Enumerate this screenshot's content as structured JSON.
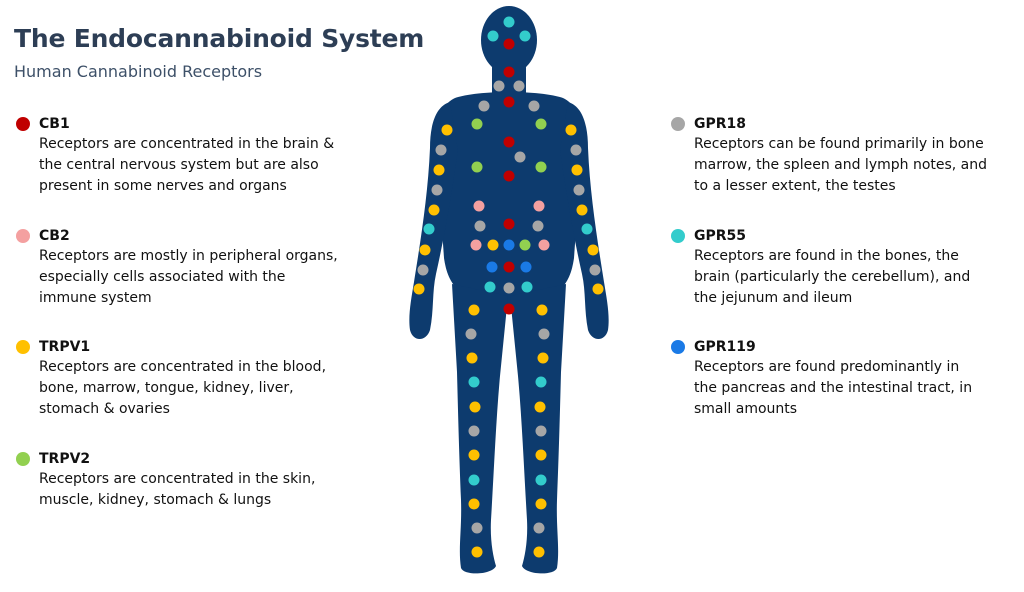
{
  "header": {
    "title": "The Endocannabinoid System",
    "subtitle": "Human Cannabinoid Receptors"
  },
  "colors": {
    "body": "#0d3b6e",
    "title": "#2d3e55",
    "CB1": "#c00000",
    "CB2": "#f4a0a0",
    "TRPV1": "#ffc000",
    "TRPV2": "#92d050",
    "GPR18": "#a6a6a6",
    "GPR55": "#33cccc",
    "GPR119": "#1a7ae6"
  },
  "receptors": [
    {
      "id": "CB1",
      "name": "CB1",
      "color": "#c00000",
      "description": "Receptors are concentrated in the brain &\nthe central nervous system but are also\npresent in some nerves and organs"
    },
    {
      "id": "CB2",
      "name": "CB2",
      "color": "#f4a0a0",
      "description": "Receptors are mostly in peripheral organs,\nespecially cells associated with the\nimmune system"
    },
    {
      "id": "TRPV1",
      "name": "TRPV1",
      "color": "#ffc000",
      "description": "Receptors are concentrated in the blood,\nbone, marrow, tongue, kidney, liver,\nstomach & ovaries"
    },
    {
      "id": "TRPV2",
      "name": "TRPV2",
      "color": "#92d050",
      "description": "Receptors are concentrated in the skin,\nmuscle, kidney, stomach & lungs"
    },
    {
      "id": "GPR18",
      "name": "GPR18",
      "color": "#a6a6a6",
      "description": "Receptors can be found primarily in bone\nmarrow, the spleen and lymph notes, and\nto a lesser extent, the testes"
    },
    {
      "id": "GPR55",
      "name": "GPR55",
      "color": "#33cccc",
      "description": "Receptors are found in the bones, the\nbrain (particularly the cerebellum), and\nthe jejunum and ileum"
    },
    {
      "id": "GPR119",
      "name": "GPR119",
      "color": "#1a7ae6",
      "description": "Receptors are found predominantly in\nthe pancreas and the intestinal tract, in\nsmall amounts"
    }
  ]
}
